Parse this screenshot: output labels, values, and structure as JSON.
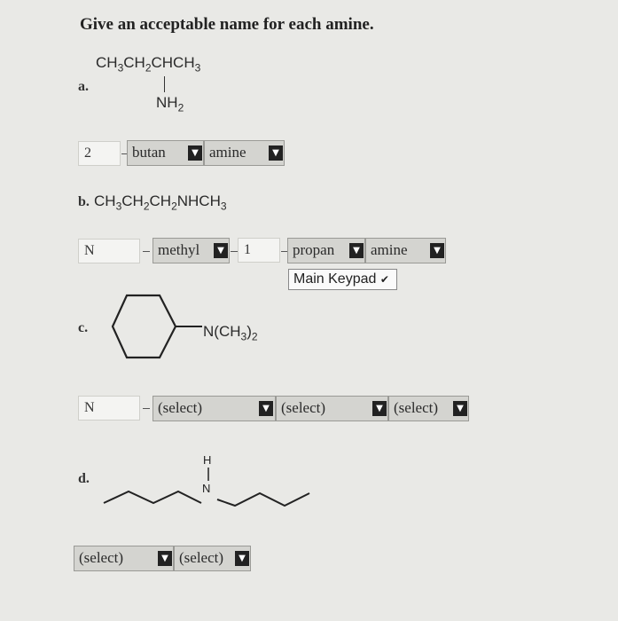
{
  "title": "Give an acceptable name for each amine.",
  "part_a": {
    "label": "a.",
    "formula_top": "CH3CH2CHCH3",
    "formula_sub": "NH2",
    "input_value": "2",
    "drop1": "butan",
    "drop2": "amine"
  },
  "part_b": {
    "label": "b.",
    "formula": "CH3CH2CH2NHCH3",
    "input1_value": "N",
    "drop1": "methyl",
    "input2_value": "1",
    "drop2": "propan",
    "drop3": "amine",
    "keypad_label": "Main Keypad"
  },
  "part_c": {
    "label": "c.",
    "substituent": "N(CH3)2",
    "input_value": "N",
    "drop1": "(select)",
    "drop2": "(select)",
    "drop3": "(select)"
  },
  "part_d": {
    "label": "d.",
    "atom_h": "H",
    "atom_n": "N",
    "drop1": "(select)",
    "drop2": "(select)"
  },
  "icons": {
    "dropdown": "dropdown-arrow-icon",
    "keypad_chevron": "chevron-down-icon"
  }
}
